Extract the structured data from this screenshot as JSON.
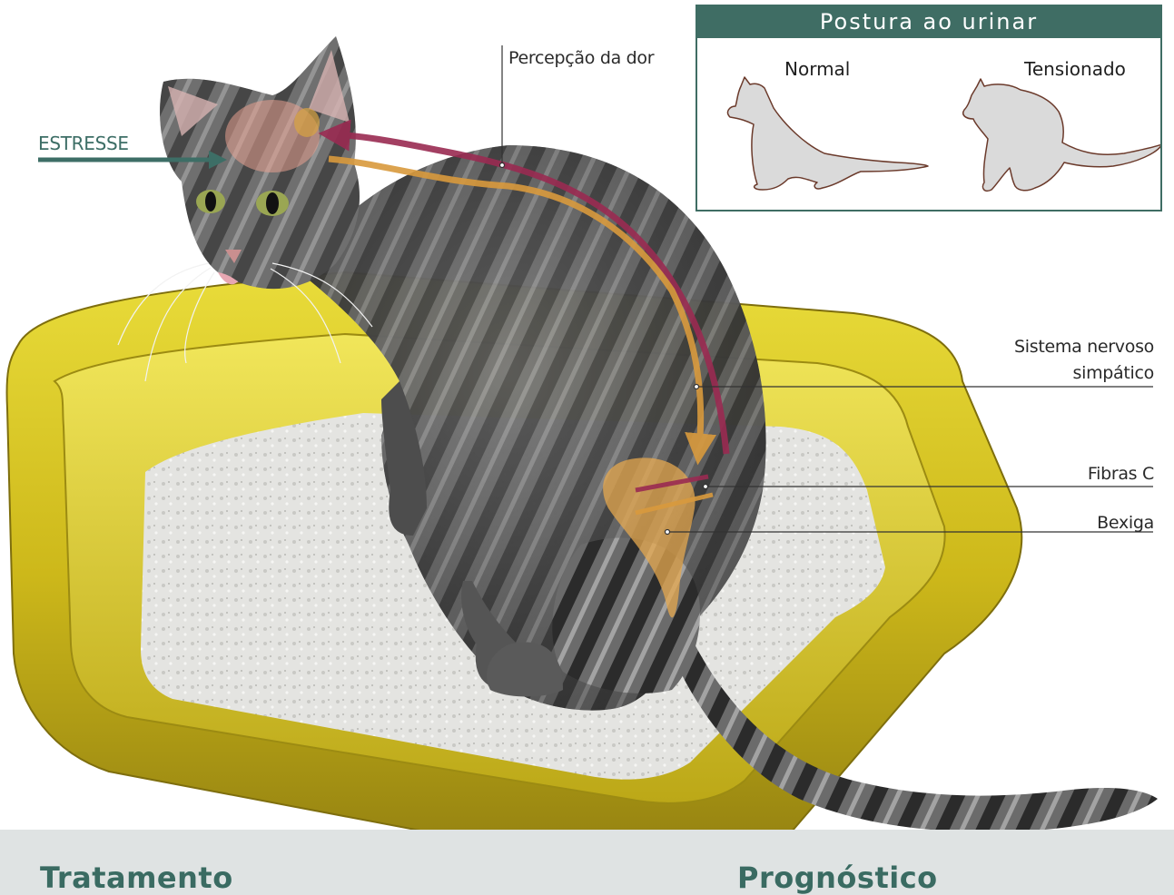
{
  "labels": {
    "stress": "ESTRESSE",
    "pain_perception": "Percepção da dor",
    "sympathetic": "Sistema nervoso simpático",
    "sympathetic_line1": "Sistema nervoso",
    "sympathetic_line2": "simpático",
    "c_fibers": "Fibras C",
    "bladder": "Bexiga"
  },
  "posture_panel": {
    "title": "Postura ao urinar",
    "normal": "Normal",
    "tense": "Tensionado"
  },
  "sections": {
    "treatment": "Tratamento",
    "prognosis": "Prognóstico"
  },
  "colors": {
    "accent_teal": "#3f6d64",
    "pain_path": "#9a2b52",
    "sympathetic_path": "#d99a3d",
    "litter_box": "#d8c61d"
  }
}
